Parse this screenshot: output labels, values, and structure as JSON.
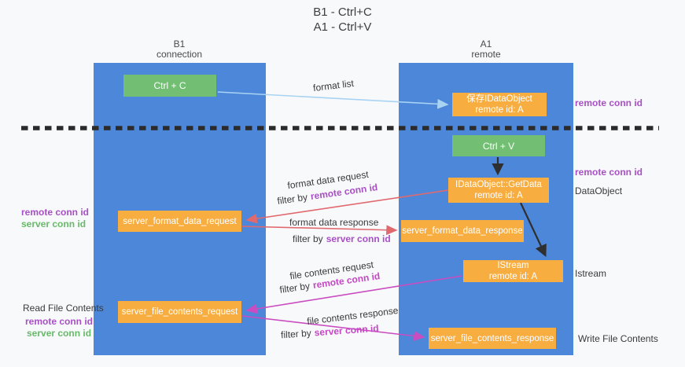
{
  "title": {
    "line1": "B1 - Ctrl+C",
    "line2": "A1 - Ctrl+V"
  },
  "columns": {
    "left": {
      "name": "B1",
      "role": "connection"
    },
    "right": {
      "name": "A1",
      "role": "remote"
    }
  },
  "boxes": {
    "ctrl_c": {
      "label": "Ctrl + C"
    },
    "ctrl_v": {
      "label": "Ctrl + V"
    },
    "store_dataobject": {
      "line1": "保存IDataObject",
      "line2": "remote id: A"
    },
    "getdata": {
      "line1": "IDataObject::GetData",
      "line2": "remote id: A"
    },
    "istream": {
      "line1": "IStream",
      "line2": "remote id: A"
    },
    "format_request": {
      "label": "server_format_data_request"
    },
    "format_response": {
      "label": "server_format_data_response"
    },
    "file_request": {
      "label": "server_file_contents_request"
    },
    "file_response": {
      "label": "server_file_contents_response"
    }
  },
  "arrows": {
    "format_list": {
      "label": "format list"
    },
    "format_data_request": {
      "label": "format data request",
      "filter_prefix": "filter by",
      "filter_id": "remote conn id"
    },
    "format_data_response": {
      "label": "format data response",
      "filter_prefix": "filter by",
      "filter_id": "server conn id"
    },
    "file_contents_request": {
      "label": "file contents request",
      "filter_prefix": "filter by",
      "filter_id": "remote conn id"
    },
    "file_contents_response": {
      "label": "file contents response",
      "filter_prefix": "filter by",
      "filter_id": "server conn id"
    }
  },
  "annotations": {
    "left_format": {
      "remote": "remote conn id",
      "server": "server conn id"
    },
    "read_file_contents": "Read File Contents",
    "left_file": {
      "remote": "remote conn id",
      "server": "server conn id"
    },
    "right_store": "remote conn id",
    "right_getdata": "remote conn id",
    "right_dataobject": "DataObject",
    "right_istream": "Istream",
    "write_file_contents": "Write File Contents"
  },
  "colors": {
    "lifeline_blue": "#4d87d9",
    "box_green": "#72bf74",
    "box_orange": "#f8ad41",
    "arrow_light_blue": "#a9d3f2",
    "arrow_red": "#e0696e",
    "arrow_magenta": "#c94cc0",
    "arrow_black": "#2f2f2f",
    "id_purple": "#a94fc6",
    "id_green": "#67ba68",
    "id_magenta": "#c448c4",
    "background": "#f8f9fb"
  }
}
